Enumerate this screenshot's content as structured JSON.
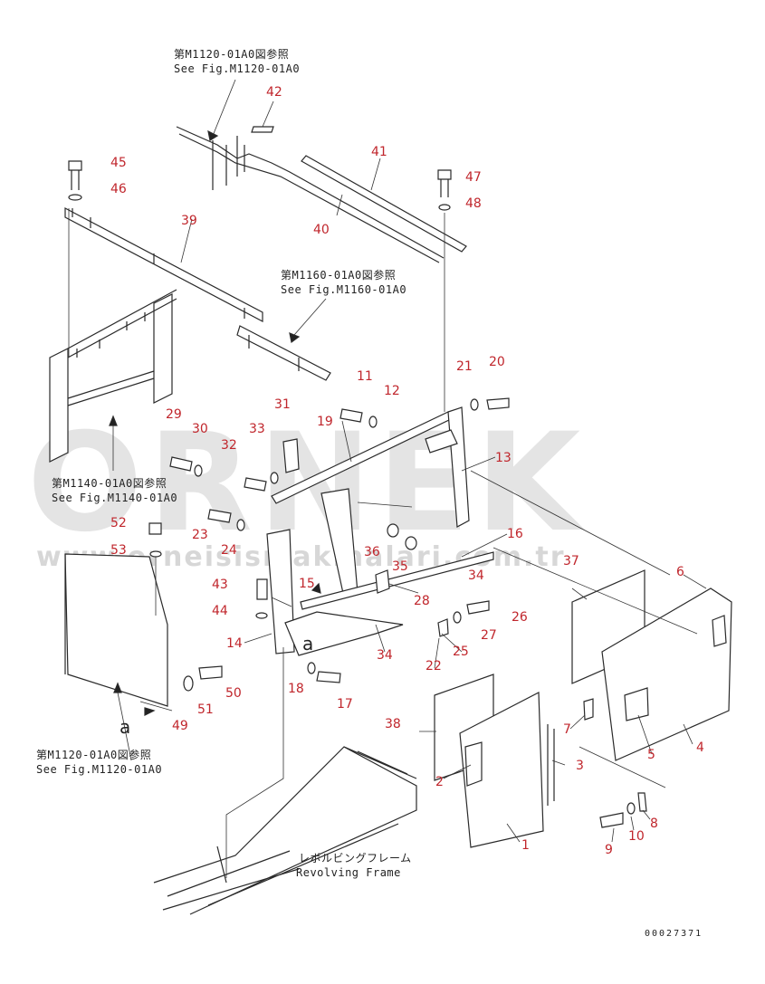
{
  "references": {
    "ref_m1120_top_jp": "第M1120-01A0図参照",
    "ref_m1120_top_en": "See Fig.M1120-01A0",
    "ref_m1160_jp": "第M1160-01A0図参照",
    "ref_m1160_en": "See Fig.M1160-01A0",
    "ref_m1140_jp": "第M1140-01A0図参照",
    "ref_m1140_en": "See Fig.M1140-01A0",
    "ref_m1120_bottom_jp": "第M1120-01A0図参照",
    "ref_m1120_bottom_en": "See Fig.M1120-01A0",
    "revolving_frame_jp": "レボルビングフレーム",
    "revolving_frame_en": "Revolving Frame"
  },
  "detail_marks": {
    "a_center": "a",
    "a_bottom": "a"
  },
  "watermark": {
    "brand": "ORNEK",
    "url": "www.orneisismakinalari.com.tr"
  },
  "document_number": "00027371",
  "callouts": {
    "p1": "1",
    "p2": "2",
    "p3": "3",
    "p4": "4",
    "p5": "5",
    "p6": "6",
    "p7": "7",
    "p8": "8",
    "p9": "9",
    "p10": "10",
    "p11": "11",
    "p12": "12",
    "p13": "13",
    "p14": "14",
    "p15": "15",
    "p16": "16",
    "p17": "17",
    "p18": "18",
    "p19": "19",
    "p20": "20",
    "p21": "21",
    "p22": "22",
    "p23": "23",
    "p24": "24",
    "p25": "25",
    "p26": "26",
    "p27": "27",
    "p28": "28",
    "p29": "29",
    "p30": "30",
    "p31": "31",
    "p32": "32",
    "p33": "33",
    "p34a": "34",
    "p34b": "34",
    "p35": "35",
    "p36": "36",
    "p37": "37",
    "p38": "38",
    "p39": "39",
    "p40": "40",
    "p41": "41",
    "p42": "42",
    "p43": "43",
    "p44": "44",
    "p45": "45",
    "p46": "46",
    "p47": "47",
    "p48": "48",
    "p49": "49",
    "p50": "50",
    "p51": "51",
    "p52": "52",
    "p53": "53"
  }
}
